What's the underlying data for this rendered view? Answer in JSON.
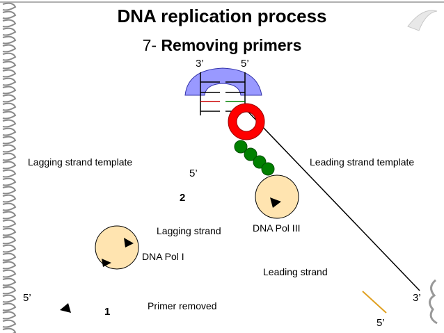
{
  "slide": {
    "title": "DNA replication process",
    "subtitle_number": "7-",
    "subtitle_text": "Removing primers"
  },
  "labels": {
    "lagging_template": "Lagging strand template",
    "leading_template": "Leading strand template",
    "lagging_strand": "Lagging strand",
    "leading_strand": "Leading strand",
    "dna_pol_iii": "DNA Pol III",
    "dna_pol_i": "DNA Pol I",
    "primer_removed": "Primer removed",
    "fragment_2": "2",
    "fragment_1": "1"
  },
  "ends": {
    "top_left": "3’",
    "top_right": "5’",
    "mid": "5’",
    "bottom_left": "5’",
    "bottom_right": "3’",
    "bottom_primer": "5’"
  },
  "colors": {
    "helicase": "#9999ff",
    "clamp": "#ff0000",
    "primase_beads": "#008000",
    "polymerase": "#ffe4b0",
    "primer": "#e0a020",
    "border": "#a0a0a0"
  }
}
